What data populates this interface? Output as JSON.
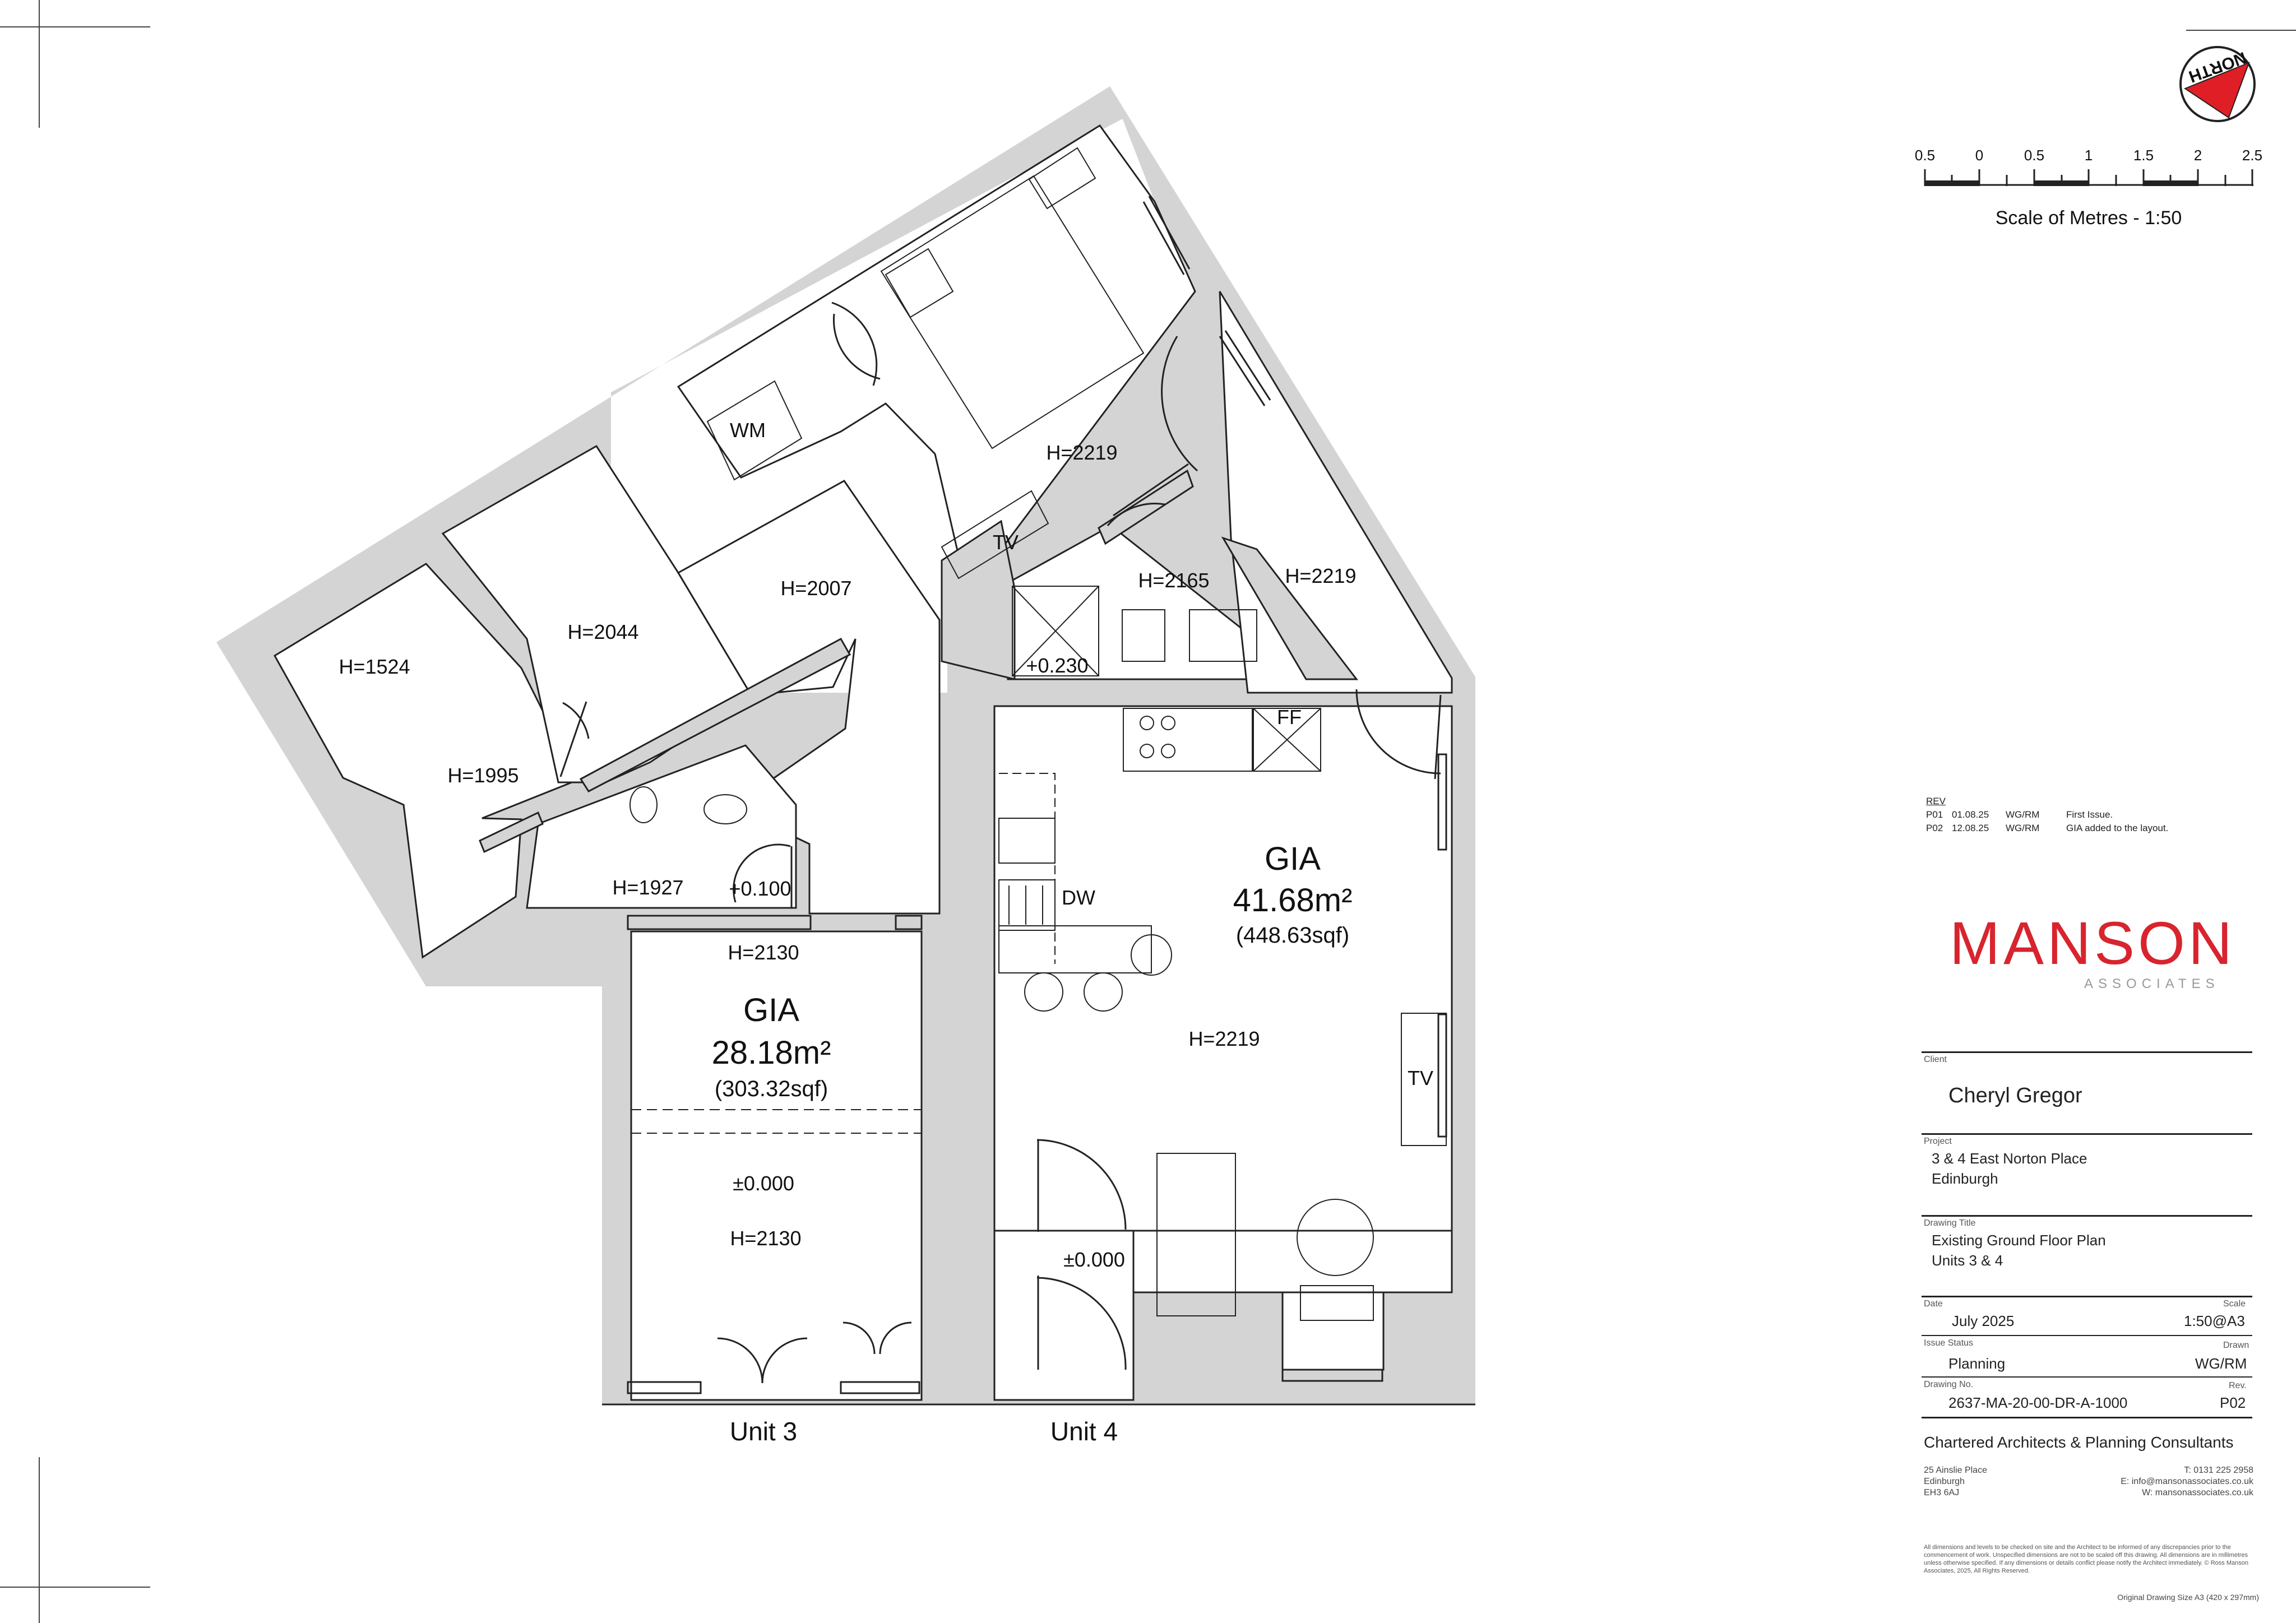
{
  "drawing": {
    "rooms": {
      "h1524": "H=1524",
      "h2044": "H=2044",
      "h2007": "H=2007",
      "h1995": "H=1995",
      "h1927": "H=1927",
      "p0100": "+0.100",
      "h2219_bed": "H=2219",
      "h2165": "H=2165",
      "h2219_hall": "H=2219",
      "p0230": "+0.230",
      "wm": "WM",
      "tv_bed": "TV",
      "h2130_top": "H=2130",
      "h2130_bottom": "H=2130",
      "pm0000_unit3": "±0.000",
      "pm0000_unit4": "±0.000",
      "ff": "FF",
      "dw": "DW",
      "h2219_main": "H=2219",
      "tv_main": "TV"
    },
    "gia_unit3": {
      "label": "GIA",
      "area": "28.18m²",
      "sqft": "(303.32sqf)"
    },
    "gia_unit4": {
      "label": "GIA",
      "area": "41.68m²",
      "sqft": "(448.63sqf)"
    },
    "units": {
      "unit3": "Unit 3",
      "unit4": "Unit 4"
    }
  },
  "north": {
    "label": "NORTH"
  },
  "scale_bar": {
    "ticks": [
      "0.5",
      "0",
      "0.5",
      "1",
      "1.5",
      "2",
      "2.5"
    ],
    "title": "Scale of Metres - 1:50"
  },
  "revisions": {
    "header": "REV",
    "rows": [
      {
        "rev": "P01",
        "date": "01.08.25",
        "by": "WG/RM",
        "note": "First Issue."
      },
      {
        "rev": "P02",
        "date": "12.08.25",
        "by": "WG/RM",
        "note": "GIA added to the layout."
      }
    ]
  },
  "brand": {
    "name": "MANSON",
    "sub": "ASSOCIATES",
    "color": "#d8242e"
  },
  "title_block": {
    "client_label": "Client",
    "client": "Cheryl Gregor",
    "project_label": "Project",
    "project_line1": "3 & 4 East Norton Place",
    "project_line2": "Edinburgh",
    "drawing_title_label": "Drawing Title",
    "drawing_title_line1": "Existing Ground Floor Plan",
    "drawing_title_line2": "Units 3 & 4",
    "date_label": "Date",
    "date": "July 2025",
    "scale_label": "Scale",
    "scale": "1:50@A3",
    "issue_status_label": "Issue Status",
    "issue_status": "Planning",
    "drawn_label": "Drawn",
    "drawn": "WG/RM",
    "drawing_no_label": "Drawing No.",
    "drawing_no": "2637-MA-20-00-DR-A-1000",
    "rev_label": "Rev.",
    "rev": "P02",
    "practice": "Chartered Architects & Planning Consultants",
    "address_line1": "25 Ainslie Place",
    "address_line2": "Edinburgh",
    "address_line3": "EH3 6AJ",
    "phone": "T: 0131 225 2958",
    "email": "E: info@mansonassociates.co.uk",
    "web": "W: mansonassociates.co.uk",
    "disclaimer": "All dimensions and levels to be checked on site and the Architect to be informed of any discrepancies prior to the commencement of work. Unspecified dimensions are not to be scaled off this drawing. All dimensions are in millimetres unless otherwise specified. If any dimensions or details conflict please notify the Architect immediately. © Ross Manson Associates, 2025, All Rights Reserved.",
    "original_size": "Original Drawing Size A3 (420 x 297mm)"
  },
  "colors": {
    "wall": "#d4d4d4",
    "line": "#222222",
    "north_red": "#e01e26"
  }
}
